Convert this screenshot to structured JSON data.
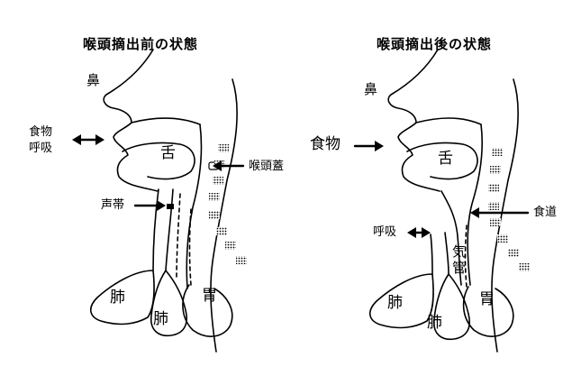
{
  "left": {
    "title": "喉頭摘出前の状態",
    "labels": {
      "nose": "鼻",
      "food_breath_1": "食物",
      "food_breath_2": "呼吸",
      "tongue": "舌",
      "epiglottis": "喉頭蓋",
      "vocal_cords": "声帯",
      "lung_a": "肺",
      "lung_b": "肺",
      "stomach": "胃"
    }
  },
  "right": {
    "title": "喉頭摘出後の状態",
    "labels": {
      "nose": "鼻",
      "food": "食物",
      "tongue": "舌",
      "esophagus": "食道",
      "breath": "呼吸",
      "trachea_1": "気",
      "trachea_2": "管",
      "lung_a": "肺",
      "lung_b": "肺",
      "stomach": "胃"
    }
  }
}
